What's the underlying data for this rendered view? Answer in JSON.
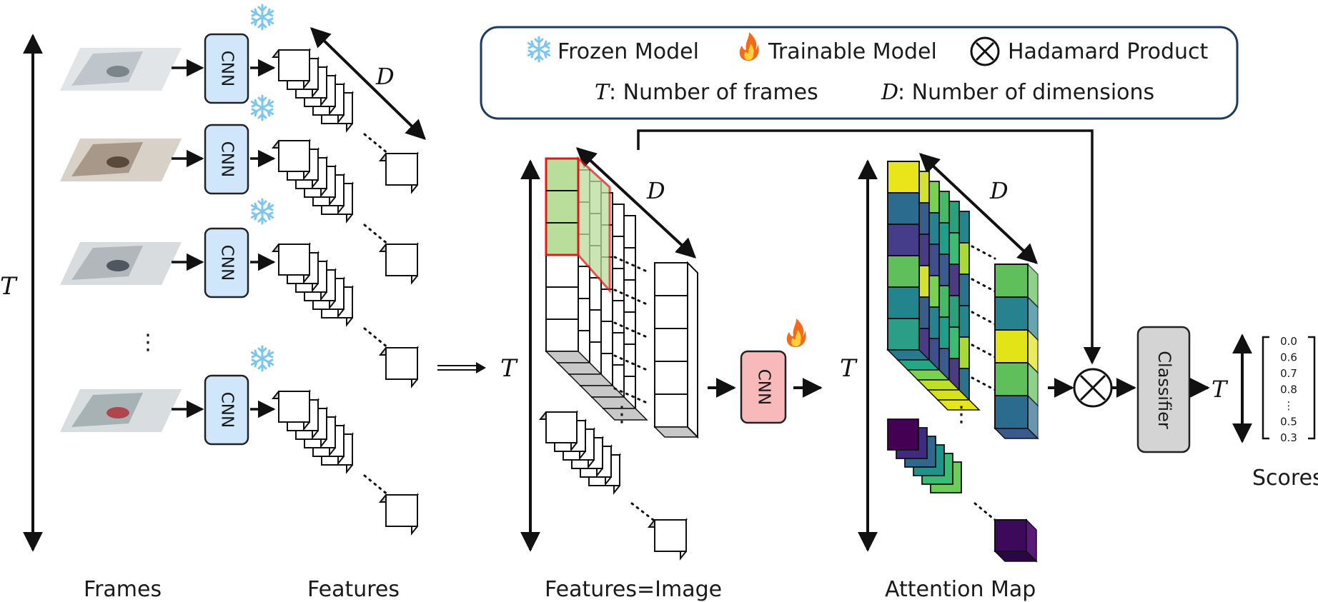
{
  "colors": {
    "frozen_cnn": "#cfe6fb",
    "trainable_cnn": "#f7b9b9",
    "classifier": "#d4d4d4",
    "legend_border": "#1f3a5f",
    "highlight": "#e01818",
    "highlight_fill": "#b9dd9a",
    "snowflake": "#7cc6ef",
    "flame_outer": "#f26a1b",
    "flame_inner": "#ffd13b"
  },
  "legend": {
    "frozen_label": "Frozen Model",
    "trainable_label": "Trainable Model",
    "hadamard_label": "Hadamard Product",
    "t_symbol": "T",
    "t_desc": ": Number of frames",
    "d_symbol": "D",
    "d_desc": ": Number of dimensions"
  },
  "frames_section": {
    "t_axis_label": "T",
    "cnn_label": "CNN",
    "vertical_ellipsis": "⋮",
    "frames_caption": "Frames",
    "features_caption": "Features",
    "d_label": "D"
  },
  "image_section": {
    "t_axis_label": "T",
    "d_label": "D",
    "vertical_ellipsis": "⋮",
    "caption": "Features=Image",
    "cnn_label": "CNN"
  },
  "attention_section": {
    "t_axis_label": "T",
    "d_label": "D",
    "vertical_ellipsis": "⋮",
    "caption": "Attention Map"
  },
  "classifier_section": {
    "label": "Classifier",
    "t_label": "T",
    "scores": [
      "0.0",
      "0.6",
      "0.7",
      "0.8",
      "⋮",
      "0.5",
      "0.3"
    ],
    "caption": "Scores"
  },
  "icons": {
    "snowflake": "snowflake-icon",
    "flame": "flame-icon",
    "hadamard": "hadamard-product-icon"
  }
}
